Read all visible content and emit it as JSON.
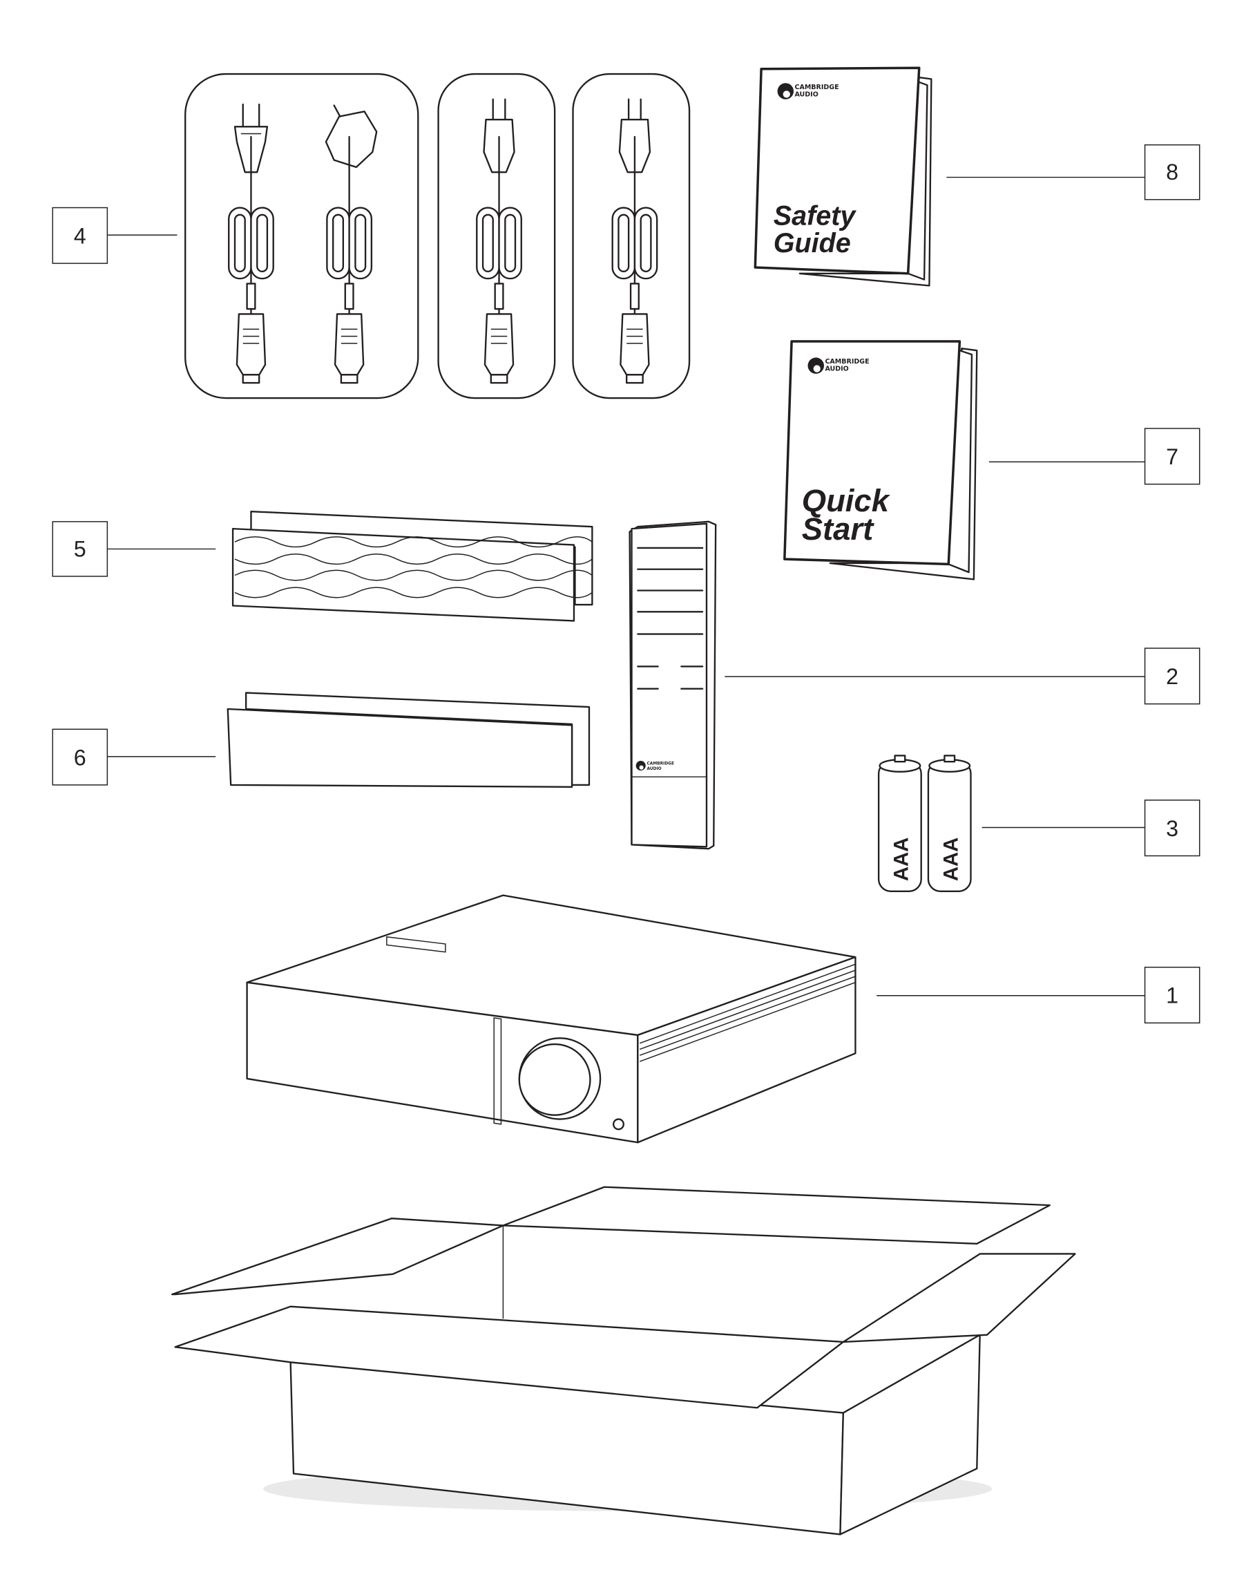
{
  "brand": {
    "line1": "CAMBRIDGE",
    "line2": "AUDIO"
  },
  "items": {
    "amplifier": {
      "number": "1"
    },
    "remote": {
      "number": "2"
    },
    "batteries": {
      "number": "3",
      "type": "AAA"
    },
    "power_cables": {
      "number": "4"
    },
    "patterned_grilles": {
      "number": "5"
    },
    "plain_grilles": {
      "number": "6"
    },
    "quick_start": {
      "number": "7",
      "title_line1": "Quick",
      "title_line2": "Start"
    },
    "safety_guide": {
      "number": "8",
      "title_line1": "Safety",
      "title_line2": "Guide"
    }
  }
}
